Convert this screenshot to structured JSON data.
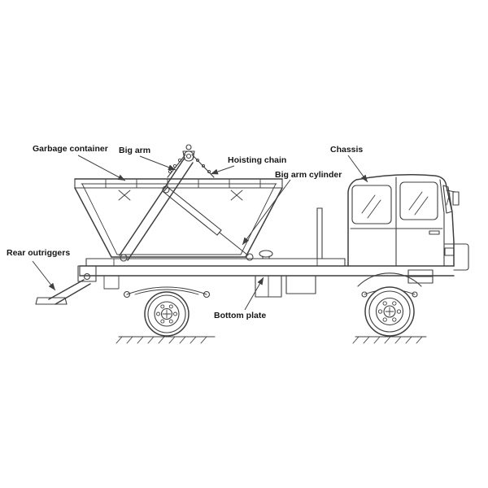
{
  "diagram": {
    "type": "technical-line-drawing",
    "subject": "Swing-arm skip loader garbage truck, side elevation with part callouts",
    "background_color": "#ffffff",
    "line_color": "#3f3f3f",
    "label_color": "#161616",
    "labels": {
      "garbage_container": "Garbage container",
      "big_arm": "Big arm",
      "hoisting_chain": "Hoisting chain",
      "big_arm_cylinder": "Big arm cylinder",
      "chassis": "Chassis",
      "rear_outriggers": "Rear outriggers",
      "bottom_plate": "Bottom plate"
    }
  }
}
